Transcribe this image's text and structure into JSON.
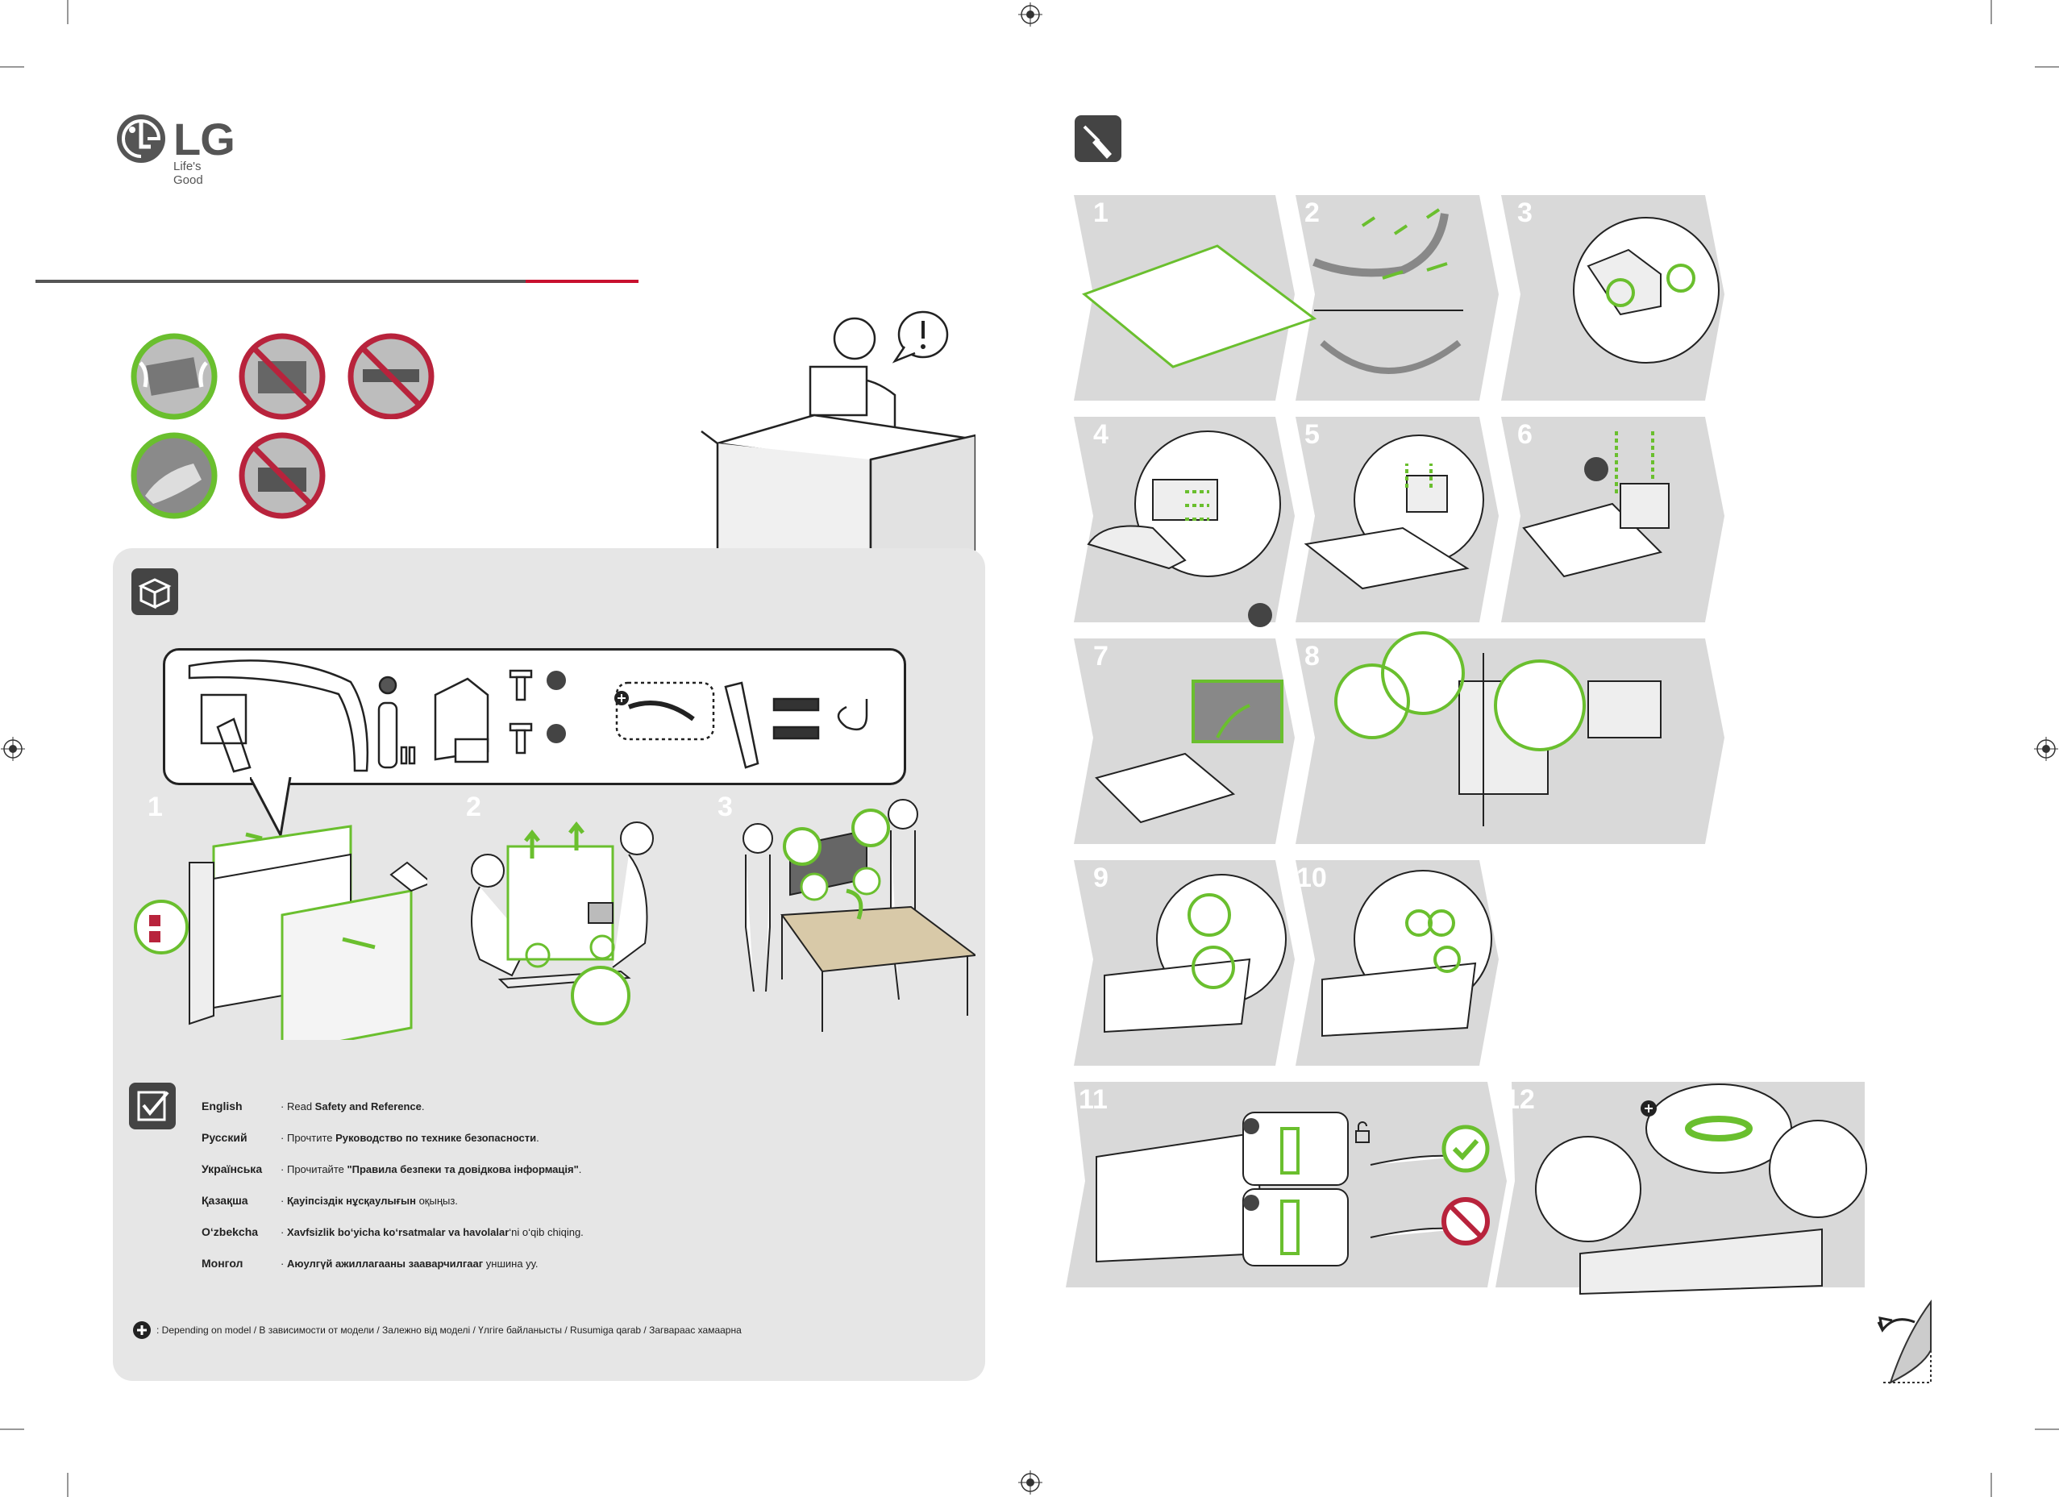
{
  "brand": {
    "name": "LG",
    "tagline": "Life's Good"
  },
  "colors": {
    "accent_green": "#6abf2e",
    "brand_red": "#c8102e",
    "forbid_red": "#b8233c",
    "panel_gray": "#e6e6e6",
    "step_gray": "#d9d9d9",
    "dark_icon": "#444444"
  },
  "left_steps": [
    "1",
    "2",
    "3"
  ],
  "right_steps": [
    "1",
    "2",
    "3",
    "4",
    "5",
    "6",
    "7",
    "8",
    "9",
    "10",
    "11",
    "12"
  ],
  "languages": [
    {
      "name": "English",
      "bullet": "·",
      "pre": "Read ",
      "bold": "Safety and Reference",
      "post": "."
    },
    {
      "name": "Русский",
      "bullet": "·",
      "pre": "Прочтите ",
      "bold": "Руководство по технике безопасности",
      "post": "."
    },
    {
      "name": "Українська",
      "bullet": "·",
      "pre": "Прочитайте ",
      "bold": "\"Правила безпеки та довідкова інформація\"",
      "post": "."
    },
    {
      "name": "Қазақша",
      "bullet": "·",
      "pre": "",
      "bold": "Қауіпсіздік нұсқаулығын",
      "post": " оқыңыз."
    },
    {
      "name": "O‘zbekcha",
      "bullet": "·",
      "pre": "",
      "bold": "Xavfsizlik bo‘yicha ko‘rsatmalar va havolalar",
      "post": "‘ni  o‘qib chiqing."
    },
    {
      "name": "Монгол",
      "bullet": "·",
      "pre": "",
      "bold": "Аюулгүй ажиллагааны зааварчилгааг",
      "post": " уншина уу."
    }
  ],
  "footnote": ": Depending on model / В зависимости от модели / Залежно від моделі / Үлгіге байланысты / Rusumiga qarab / Загвараас хамаарна",
  "icons": [
    "registration-mark-icon",
    "lg-logo-icon",
    "warning-exclamation-icon",
    "box-contents-icon",
    "checklist-icon",
    "screwdriver-icon",
    "plus-circle-icon",
    "page-turn-icon",
    "check-icon",
    "prohibited-icon",
    "lock-icon"
  ]
}
